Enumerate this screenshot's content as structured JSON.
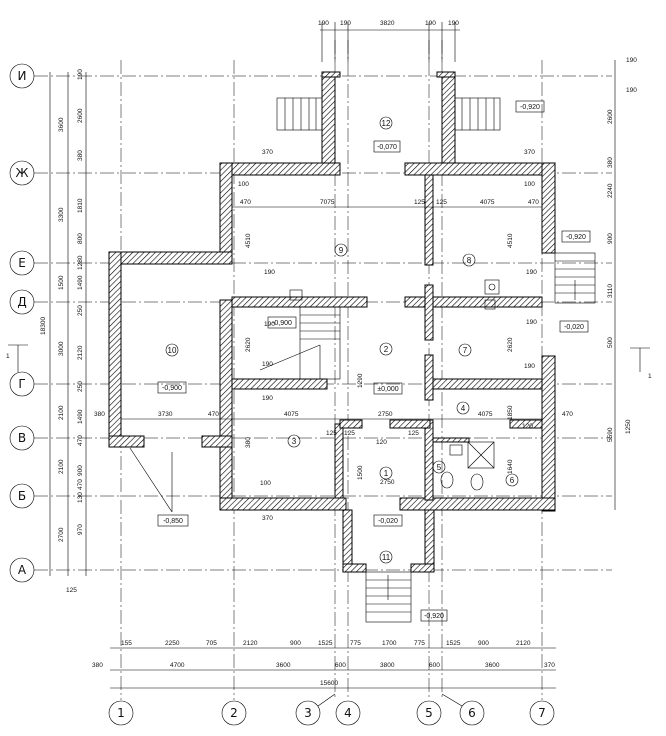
{
  "axes_rows": [
    "И",
    "Ж",
    "Е",
    "Д",
    "Г",
    "В",
    "Б",
    "А"
  ],
  "axes_cols": [
    "1",
    "2",
    "3",
    "4",
    "5",
    "6",
    "7"
  ],
  "rooms": [
    "1",
    "2",
    "3",
    "4",
    "5",
    "6",
    "7",
    "8",
    "9",
    "10",
    "11",
    "12"
  ],
  "levels": {
    "porch_top": "-0,070",
    "terrace": "-0,920",
    "right_stairs": "-0,920",
    "right_stairs_2": "-0,020",
    "stair_hall": "-0,900",
    "room10": "-0,900",
    "floor": "±0,000",
    "entrance": "-0,020",
    "ground": "-0,850",
    "bottom_stair": "-0,920"
  },
  "top_dims": [
    "190",
    "190",
    "3820",
    "190",
    "190"
  ],
  "right_top_dims": [
    "190",
    "190"
  ],
  "left_dims": [
    "3600",
    "2600",
    "380",
    "190",
    "3300",
    "1810",
    "800",
    "1280",
    "1490",
    "1500",
    "250",
    "18300",
    "3000",
    "2120",
    "250",
    "2100",
    "1490",
    "470",
    "2100",
    "900",
    "470",
    "130",
    "2700",
    "970",
    "125"
  ],
  "right_dims": [
    "2600",
    "380",
    "2240",
    "900",
    "3110",
    "500",
    "5590"
  ],
  "inner_dims": {
    "d4510a": "4510",
    "d4510b": "4510",
    "d370a": "370",
    "d370b": "370",
    "d370c": "370",
    "d100a": "100",
    "d100b": "100",
    "d100c": "100",
    "d190a": "190",
    "d190b": "190",
    "d190c": "190",
    "d190d": "190",
    "d190e": "190",
    "d190f": "190",
    "d190g": "190",
    "d470a": "470",
    "d470b": "470",
    "d470c": "470",
    "d470d": "470",
    "d7075": "7075",
    "d125a": "125",
    "d125b": "125",
    "d125c": "125",
    "d125d": "125",
    "d125e": "125",
    "d4075a": "4075",
    "d4075b": "4075",
    "d4075c": "4075",
    "d3730": "3730",
    "d2750": "2750",
    "d2620a": "2620",
    "d2620b": "2620",
    "d380a": "380",
    "d380b": "380",
    "d1290": "1290",
    "d1850": "1850",
    "d1640": "1640",
    "d120a": "120",
    "d120b": "120",
    "d1500": "1500",
    "d2750b": "2750",
    "d1250": "1250"
  },
  "bottom_dims_row1": [
    "155",
    "2250",
    "705",
    "2120",
    "900",
    "1525",
    "775",
    "1700",
    "775",
    "1525",
    "900",
    "2120"
  ],
  "bottom_dims_row2": [
    "380",
    "4700",
    "3600",
    "600",
    "3800",
    "600",
    "3600",
    "370"
  ],
  "bottom_total": "15600",
  "markers": [
    "1",
    "1"
  ]
}
